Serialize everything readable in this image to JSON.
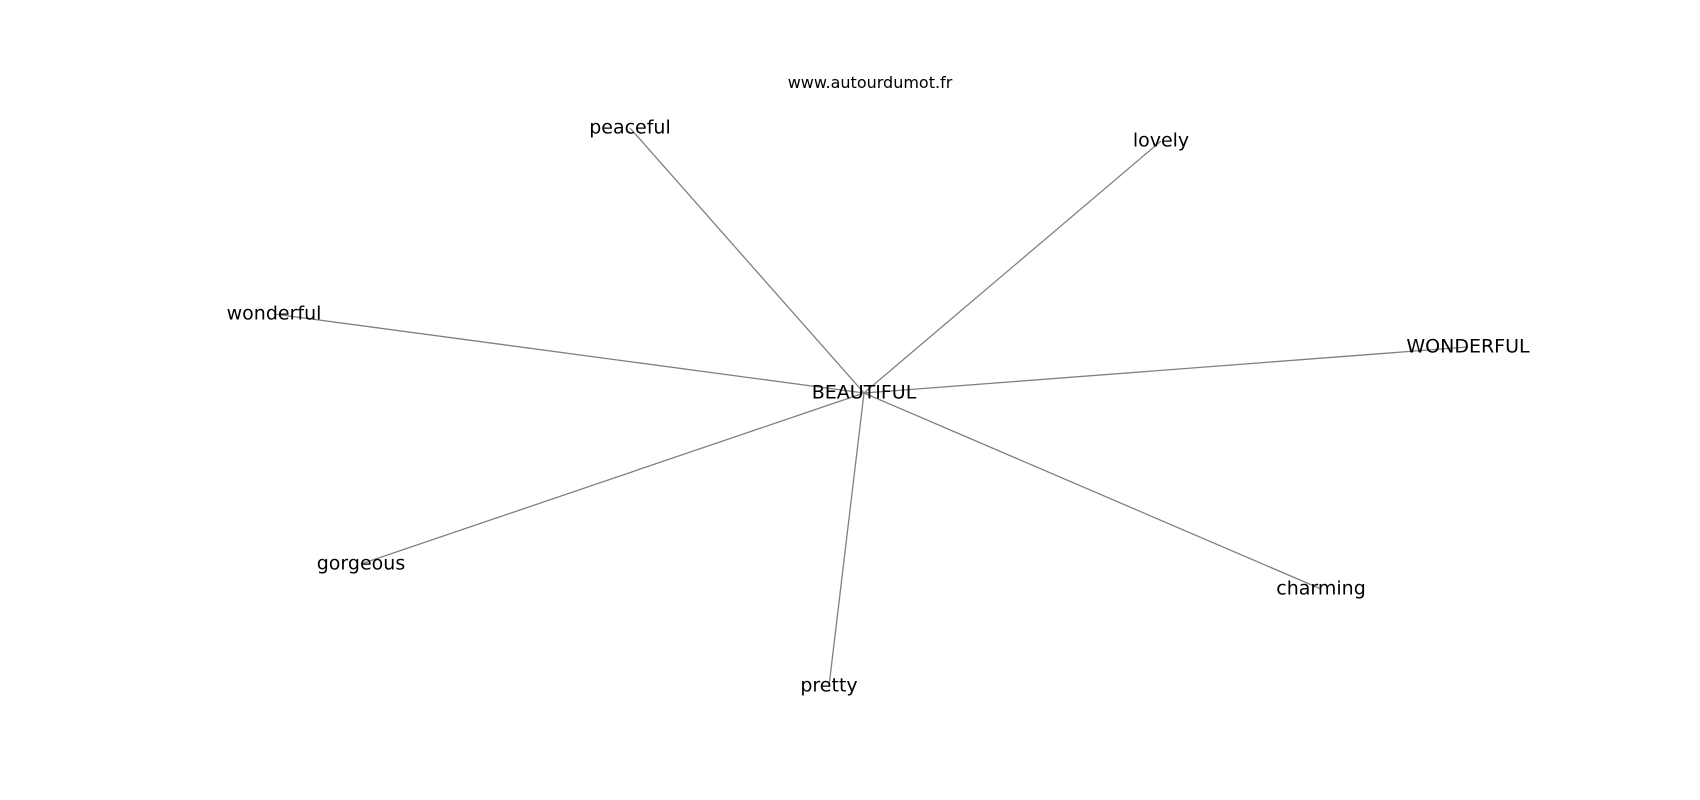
{
  "watermark": "www.autourdumot.fr",
  "center": {
    "label": "BEAUTIFUL"
  },
  "words": [
    {
      "id": "peaceful",
      "label": "peaceful"
    },
    {
      "id": "lovely",
      "label": "lovely"
    },
    {
      "id": "wonderful",
      "label": "wonderful"
    },
    {
      "id": "wonderful-upper",
      "label": "WONDERFUL"
    },
    {
      "id": "gorgeous",
      "label": "gorgeous"
    },
    {
      "id": "charming",
      "label": "charming"
    },
    {
      "id": "pretty",
      "label": "pretty"
    }
  ],
  "colors": {
    "background": "#ffffff",
    "edge": "#808080",
    "text": "#000000"
  }
}
